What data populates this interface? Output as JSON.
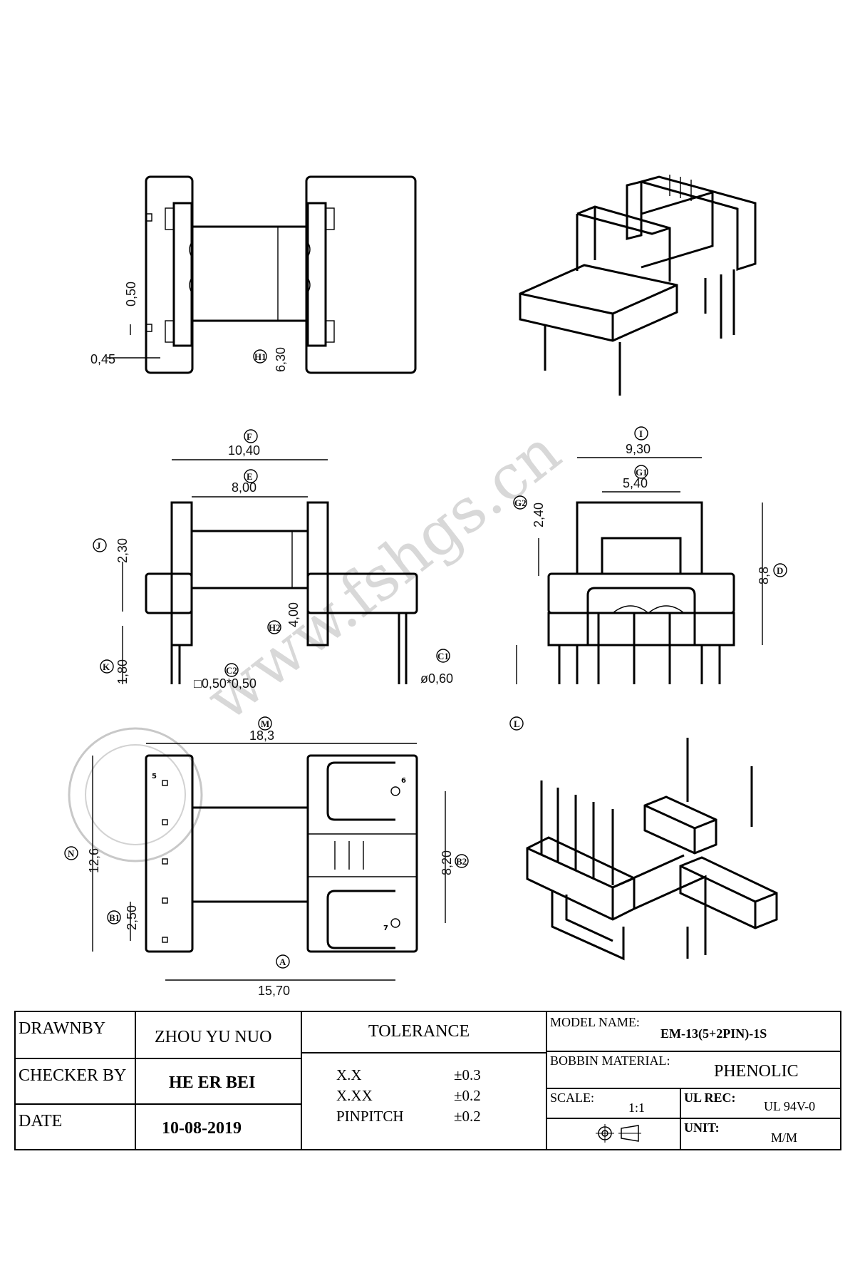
{
  "watermark": "www.fshgs.cn",
  "top_view": {
    "dims": [
      "0,50",
      "0,45",
      "6,30"
    ],
    "labels": [
      "H1"
    ]
  },
  "front_view": {
    "dims": [
      "10,40",
      "8,00",
      "2,30",
      "4,00",
      "1,80",
      "□0,50*0,50",
      "ø0,60"
    ],
    "labels": [
      "F",
      "E",
      "J",
      "H2",
      "K",
      "C2",
      "C1"
    ]
  },
  "side_view": {
    "dims": [
      "9,30",
      "5,40",
      "2,40",
      "8,8"
    ],
    "labels": [
      "I",
      "G1",
      "G2",
      "D",
      "L"
    ]
  },
  "bottom_view": {
    "dims": [
      "18,3",
      "12,6",
      "2,50",
      "8,20",
      "15,70"
    ],
    "labels": [
      "M",
      "N",
      "B1",
      "B2",
      "A"
    ],
    "pins": [
      "5",
      "6",
      "7"
    ]
  },
  "title_block": {
    "drawn_by_label": "DRAWNBY",
    "drawn_by": "ZHOU YU NUO",
    "checker_label": "CHECKER BY",
    "checker": "HE ER BEI",
    "date_label": "DATE",
    "date": "10-08-2019",
    "tolerance_label": "TOLERANCE",
    "tolerances": [
      {
        "name": "X.X",
        "value": "±0.3"
      },
      {
        "name": "X.XX",
        "value": "±0.2"
      },
      {
        "name": "PINPITCH",
        "value": "±0.2"
      }
    ],
    "model_label": "MODEL NAME:",
    "model": "EM-13(5+2PIN)-1S",
    "material_label": "BOBBIN MATERIAL:",
    "material": "PHENOLIC",
    "scale_label": "SCALE:",
    "scale": "1:1",
    "ul_label": "UL REC:",
    "ul": "UL 94V-0",
    "unit_label": "UNIT:",
    "unit": "M/M"
  }
}
